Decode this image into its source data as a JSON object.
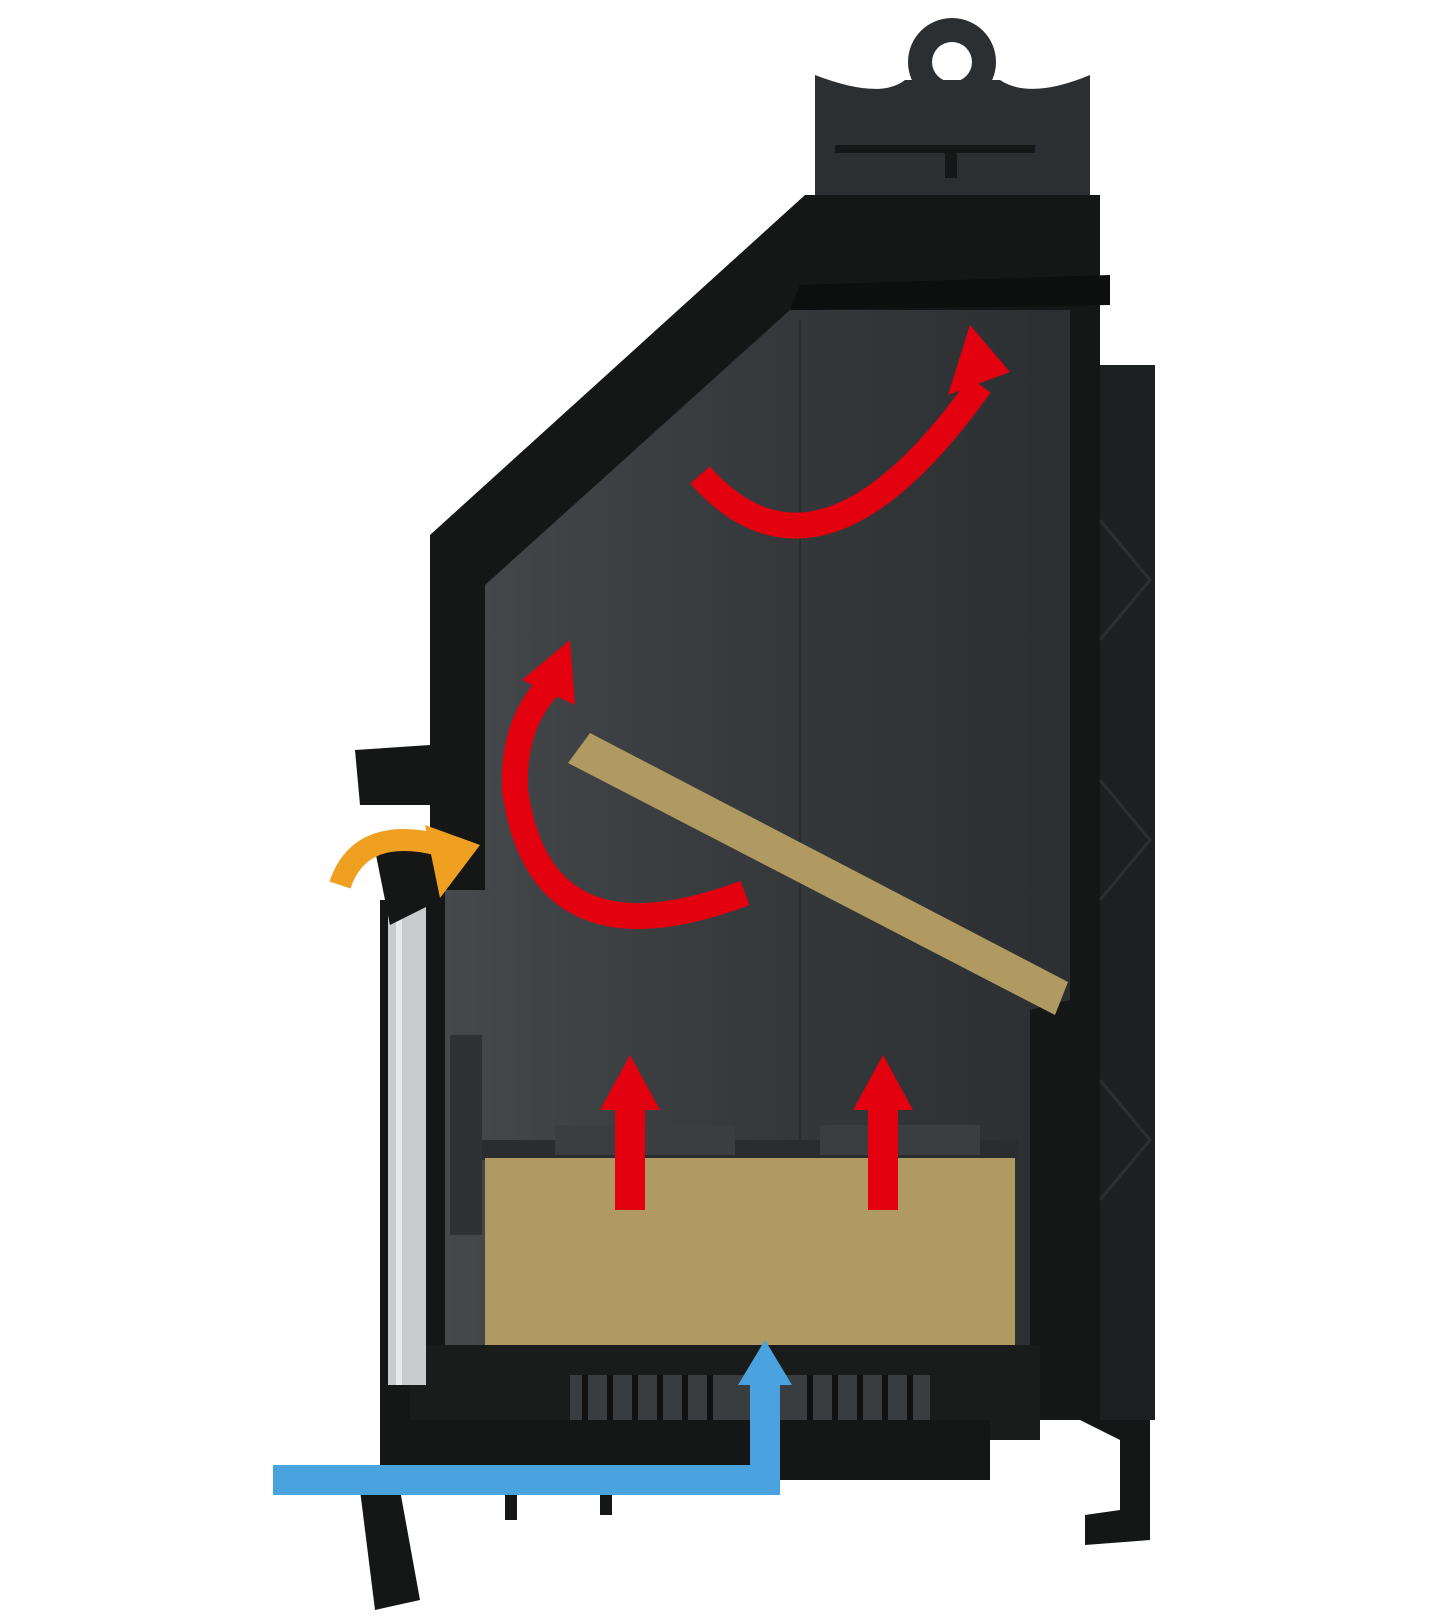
{
  "diagram": {
    "colors": {
      "background": "#ffffff",
      "body": "#141616",
      "chamber": "#3a3e40",
      "firebrick": "#b09a62",
      "glass": "#c9cccd",
      "hot_air": "#e3000f",
      "primary_air": "#4aa3df",
      "secondary_air": "#f0a020"
    },
    "arrows": [
      {
        "id": "primary-air-inlet",
        "color_key": "primary_air",
        "icon": "arrow-up-bent"
      },
      {
        "id": "secondary-air-door",
        "color_key": "secondary_air",
        "icon": "arrow-curved"
      },
      {
        "id": "hot-air-left-rise",
        "color_key": "hot_air",
        "icon": "arrow-up"
      },
      {
        "id": "hot-air-right-rise",
        "color_key": "hot_air",
        "icon": "arrow-up"
      },
      {
        "id": "hot-air-baffle-turn",
        "color_key": "hot_air",
        "icon": "arrow-curved"
      },
      {
        "id": "hot-air-flue-turn",
        "color_key": "hot_air",
        "icon": "arrow-curved"
      }
    ]
  }
}
